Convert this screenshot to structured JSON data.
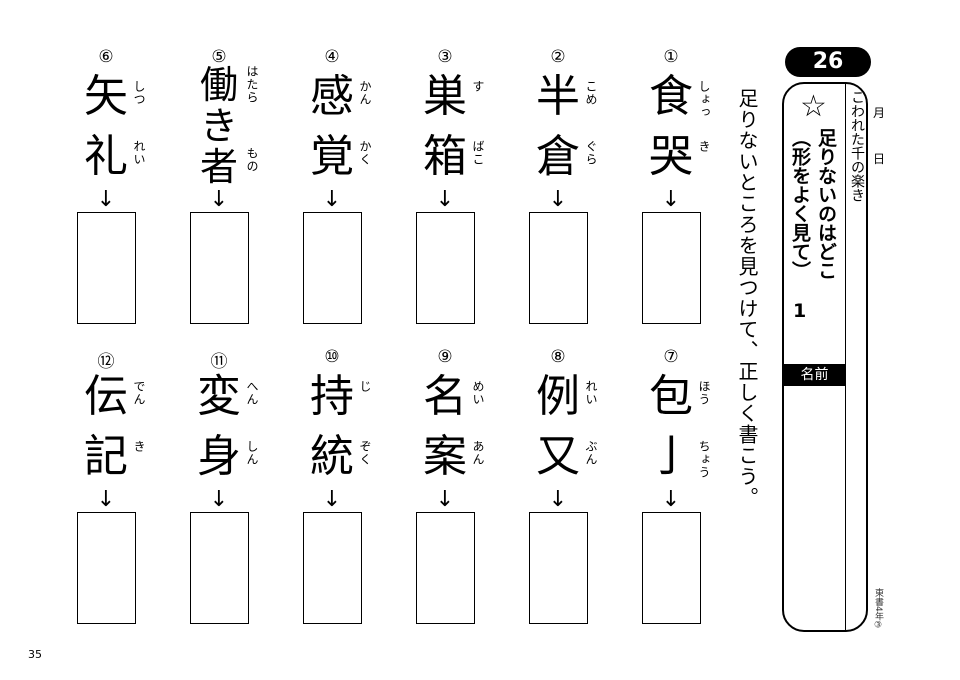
{
  "header": {
    "lesson_number": "26",
    "star_icon": "star-icon",
    "title": "足りないのはどこ（形をよく見て）",
    "part": "1",
    "subtitle": "こわれた千の楽き",
    "month_label": "月",
    "day_label": "日",
    "name_label": "名前",
    "footer": "東書4年③"
  },
  "instruction": "足りないところを見つけて、正しく書こう。",
  "page_number": "35",
  "arrow": "↓",
  "items": [
    {
      "num": "①",
      "chars": [
        "食",
        "哭"
      ],
      "furigana": [
        "しょっ",
        "き"
      ]
    },
    {
      "num": "②",
      "chars": [
        "半",
        "倉"
      ],
      "furigana": [
        "こめ",
        "ぐら"
      ]
    },
    {
      "num": "③",
      "chars": [
        "巣",
        "箱"
      ],
      "furigana": [
        "す",
        "ばこ"
      ]
    },
    {
      "num": "④",
      "chars": [
        "感",
        "覚"
      ],
      "furigana": [
        "かん",
        "かく"
      ]
    },
    {
      "num": "⑤",
      "chars": [
        "働",
        "き",
        "者"
      ],
      "furigana": [
        "はたら",
        "",
        "もの"
      ]
    },
    {
      "num": "⑥",
      "chars": [
        "矢",
        "礼"
      ],
      "furigana": [
        "しつ",
        "れい"
      ]
    },
    {
      "num": "⑦",
      "chars": [
        "包",
        "亅"
      ],
      "furigana": [
        "ほう",
        "ちょう"
      ]
    },
    {
      "num": "⑧",
      "chars": [
        "例",
        "又"
      ],
      "furigana": [
        "れい",
        "ぶん"
      ]
    },
    {
      "num": "⑨",
      "chars": [
        "名",
        "案"
      ],
      "furigana": [
        "めい",
        "あん"
      ]
    },
    {
      "num": "⑩",
      "chars": [
        "持",
        "統"
      ],
      "furigana": [
        "じ",
        "ぞく"
      ]
    },
    {
      "num": "⑪",
      "chars": [
        "変",
        "身"
      ],
      "furigana": [
        "へん",
        "しん"
      ]
    },
    {
      "num": "⑫",
      "chars": [
        "伝",
        "記"
      ],
      "furigana": [
        "でん",
        "き"
      ]
    }
  ]
}
